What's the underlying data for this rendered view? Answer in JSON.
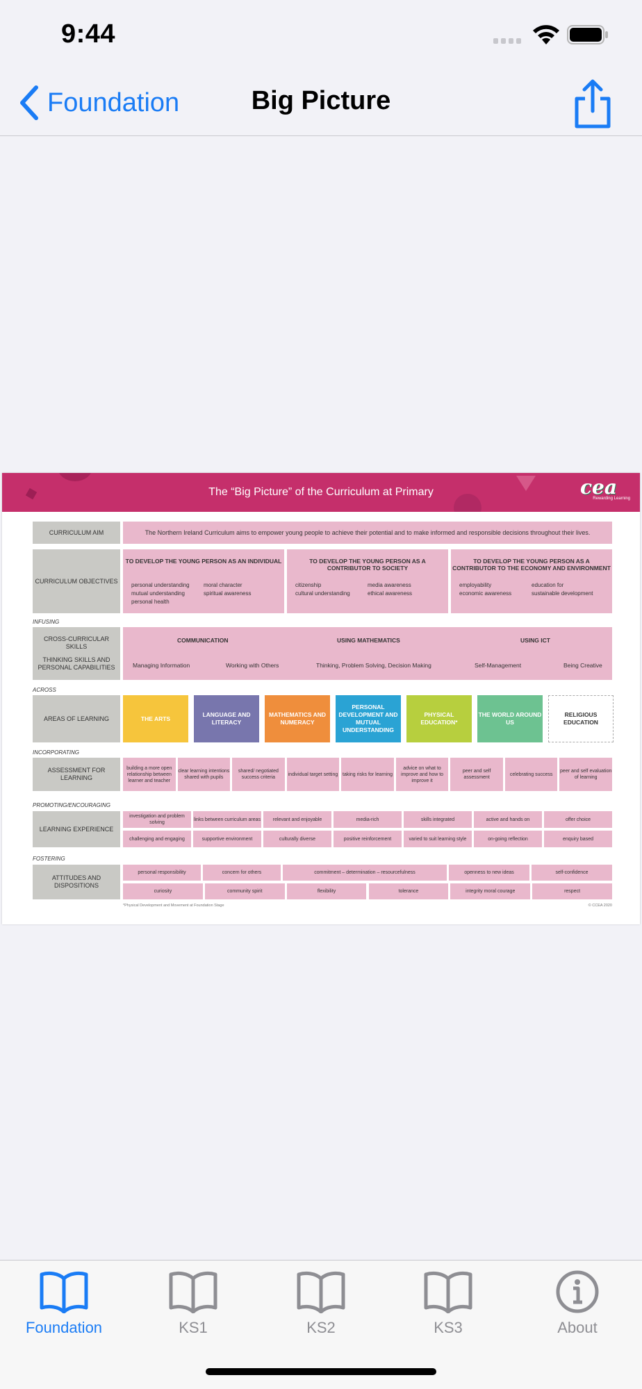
{
  "status": {
    "time": "9:44"
  },
  "nav": {
    "back_label": "Foundation",
    "title": "Big Picture"
  },
  "poster": {
    "title": "The “Big Picture” of the Curriculum at Primary",
    "logo": "cea",
    "logo_sub": "Rewarding Learning",
    "aim_label": "CURRICULUM AIM",
    "aim_text": "The Northern Ireland Curriculum aims to empower young people to achieve their potential and to make informed and responsible decisions throughout their lives.",
    "objectives_label": "CURRICULUM OBJECTIVES",
    "objectives": [
      {
        "head": "TO DEVELOP THE YOUNG PERSON AS AN INDIVIDUAL",
        "items": [
          "personal understanding",
          "moral character",
          "mutual understanding",
          "spiritual awareness",
          "personal health",
          ""
        ]
      },
      {
        "head": "TO DEVELOP THE YOUNG PERSON AS A CONTRIBUTOR TO SOCIETY",
        "items": [
          "citizenship",
          "media awareness",
          "cultural understanding",
          "ethical awareness"
        ]
      },
      {
        "head": "TO DEVELOP THE YOUNG PERSON AS A CONTRIBUTOR TO THE ECONOMY AND ENVIRONMENT",
        "items": [
          "employability",
          "education for",
          "economic awareness",
          "sustainable development"
        ]
      }
    ],
    "tag_infusing": "INFUSING",
    "skills_label_1": "CROSS-CURRICULAR SKILLS",
    "skills_label_2": "THINKING SKILLS AND PERSONAL CAPABILITIES",
    "skills_heads": [
      "COMMUNICATION",
      "USING MATHEMATICS",
      "USING ICT"
    ],
    "skills_items": [
      "Managing Information",
      "Working with Others",
      "Thinking, Problem Solving, Decision Making",
      "Self-Management",
      "Being Creative"
    ],
    "tag_across": "ACROSS",
    "areas_label": "AREAS OF LEARNING",
    "areas": [
      "THE ARTS",
      "LANGUAGE AND LITERACY",
      "MATHEMATICS AND NUMERACY",
      "PERSONAL DEVELOPMENT AND MUTUAL UNDERSTANDING",
      "PHYSICAL EDUCATION*",
      "THE WORLD AROUND US",
      "RELIGIOUS EDUCATION"
    ],
    "area_colors": [
      "#f6c53c",
      "#7876ad",
      "#ef8e3c",
      "#2aa3d4",
      "#b7cf3e",
      "#6dc291",
      "#ffffff"
    ],
    "tag_incorporating": "INCORPORATING",
    "assessment_label": "ASSESSMENT FOR LEARNING",
    "assessment": [
      "building a more open relationship between learner and teacher",
      "clear learning intentions shared with pupils",
      "shared/ negotiated success criteria",
      "individual target setting",
      "taking risks for learning",
      "advice on what to improve and how to improve it",
      "peer and self assessment",
      "celebrating success",
      "peer and self evaluation of learning"
    ],
    "tag_promoting": "PROMOTING/ENCOURAGING",
    "experience_label": "LEARNING EXPERIENCE",
    "experience_row1": [
      "investigation and problem solving",
      "links between curriculum areas",
      "relevant and enjoyable",
      "media-rich",
      "skills integrated",
      "active and hands on",
      "offer choice"
    ],
    "experience_row2": [
      "challenging and engaging",
      "supportive environment",
      "culturally diverse",
      "positive reinforcement",
      "varied to suit learning style",
      "on-going reflection",
      "enquiry based"
    ],
    "tag_fostering": "FOSTERING",
    "attitudes_label": "ATTITUDES AND DISPOSITIONS",
    "attitudes_row1": [
      "personal responsibility",
      "concern for others",
      "commitment – determination – resourcefulness",
      "openness to new ideas",
      "self-confidence"
    ],
    "attitudes_row2": [
      "curiosity",
      "community spirit",
      "flexibility",
      "tolerance",
      "integrity moral courage",
      "respect"
    ],
    "footnote": "*Physical Development and Movement at Foundation Stage",
    "copyright": "© CCEA 2020"
  },
  "tabs": [
    {
      "label": "Foundation",
      "icon": "book-icon",
      "active": true
    },
    {
      "label": "KS1",
      "icon": "book-icon",
      "active": false
    },
    {
      "label": "KS2",
      "icon": "book-icon",
      "active": false
    },
    {
      "label": "KS3",
      "icon": "book-icon",
      "active": false
    },
    {
      "label": "About",
      "icon": "info-icon",
      "active": false
    }
  ],
  "colors": {
    "accent": "#1a7cf5",
    "poster_header": "#c52f6b",
    "pink_cell": "#e9b8cc",
    "label_grey": "#c9c9c5"
  }
}
